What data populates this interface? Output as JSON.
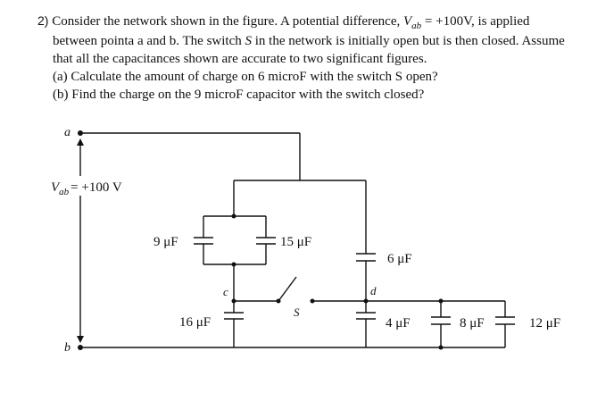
{
  "problem": {
    "number": "2)",
    "line1_a": "Consider the network shown in the figure. A potential difference, ",
    "vab_symbol": "V",
    "vab_sub": "ab",
    "line1_b": " = +100V, is applied",
    "line2_a": "between pointa a and b. The switch ",
    "switch_symbol": "S",
    "line2_b": " in the network is initially open but is then closed. Assume",
    "line3": "that all the capacitances shown are accurate to two significant figures.",
    "line4": "(a) Calculate the amount of charge on 6 microF with the switch S open?",
    "line5": "(b) Find the charge on the 9 microF capacitor with the switch closed?"
  },
  "diagram": {
    "node_a": "a",
    "node_b": "b",
    "node_c": "c",
    "node_d": "d",
    "switch_label": "S",
    "vab_label_main": "V",
    "vab_label_sub": "ab",
    "vab_label_value": "= +100 V",
    "cap_9": "9 μF",
    "cap_15": "15 μF",
    "cap_6": "6 μF",
    "cap_16": "16 μF",
    "cap_4": "4 μF",
    "cap_8": "8 μF",
    "cap_12": "12 μF"
  }
}
